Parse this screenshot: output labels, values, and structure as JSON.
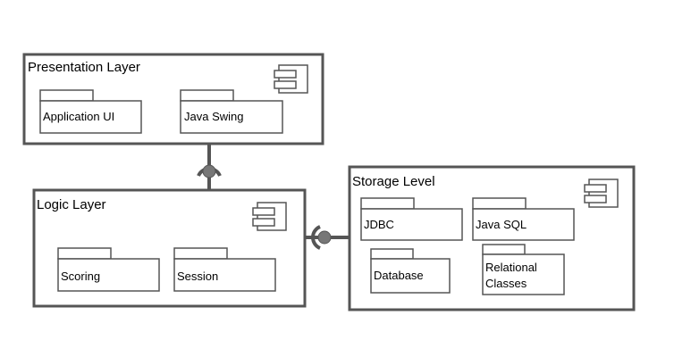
{
  "layers": {
    "presentation": {
      "title": "Presentation Layer",
      "packages": [
        "Application UI",
        "Java Swing"
      ]
    },
    "logic": {
      "title": "Logic Layer",
      "packages": [
        "Scoring",
        "Session"
      ]
    },
    "storage": {
      "title": "Storage Level",
      "packages": [
        "JDBC",
        "Java SQL",
        "Database"
      ],
      "relational": [
        "Relational",
        "Classes"
      ]
    }
  },
  "icons": {
    "layer_icon": "uml-component-icon",
    "connector": "provided-required-interface"
  },
  "colors": {
    "stroke": "#555555",
    "ball": "#777777",
    "background": "#ffffff"
  }
}
